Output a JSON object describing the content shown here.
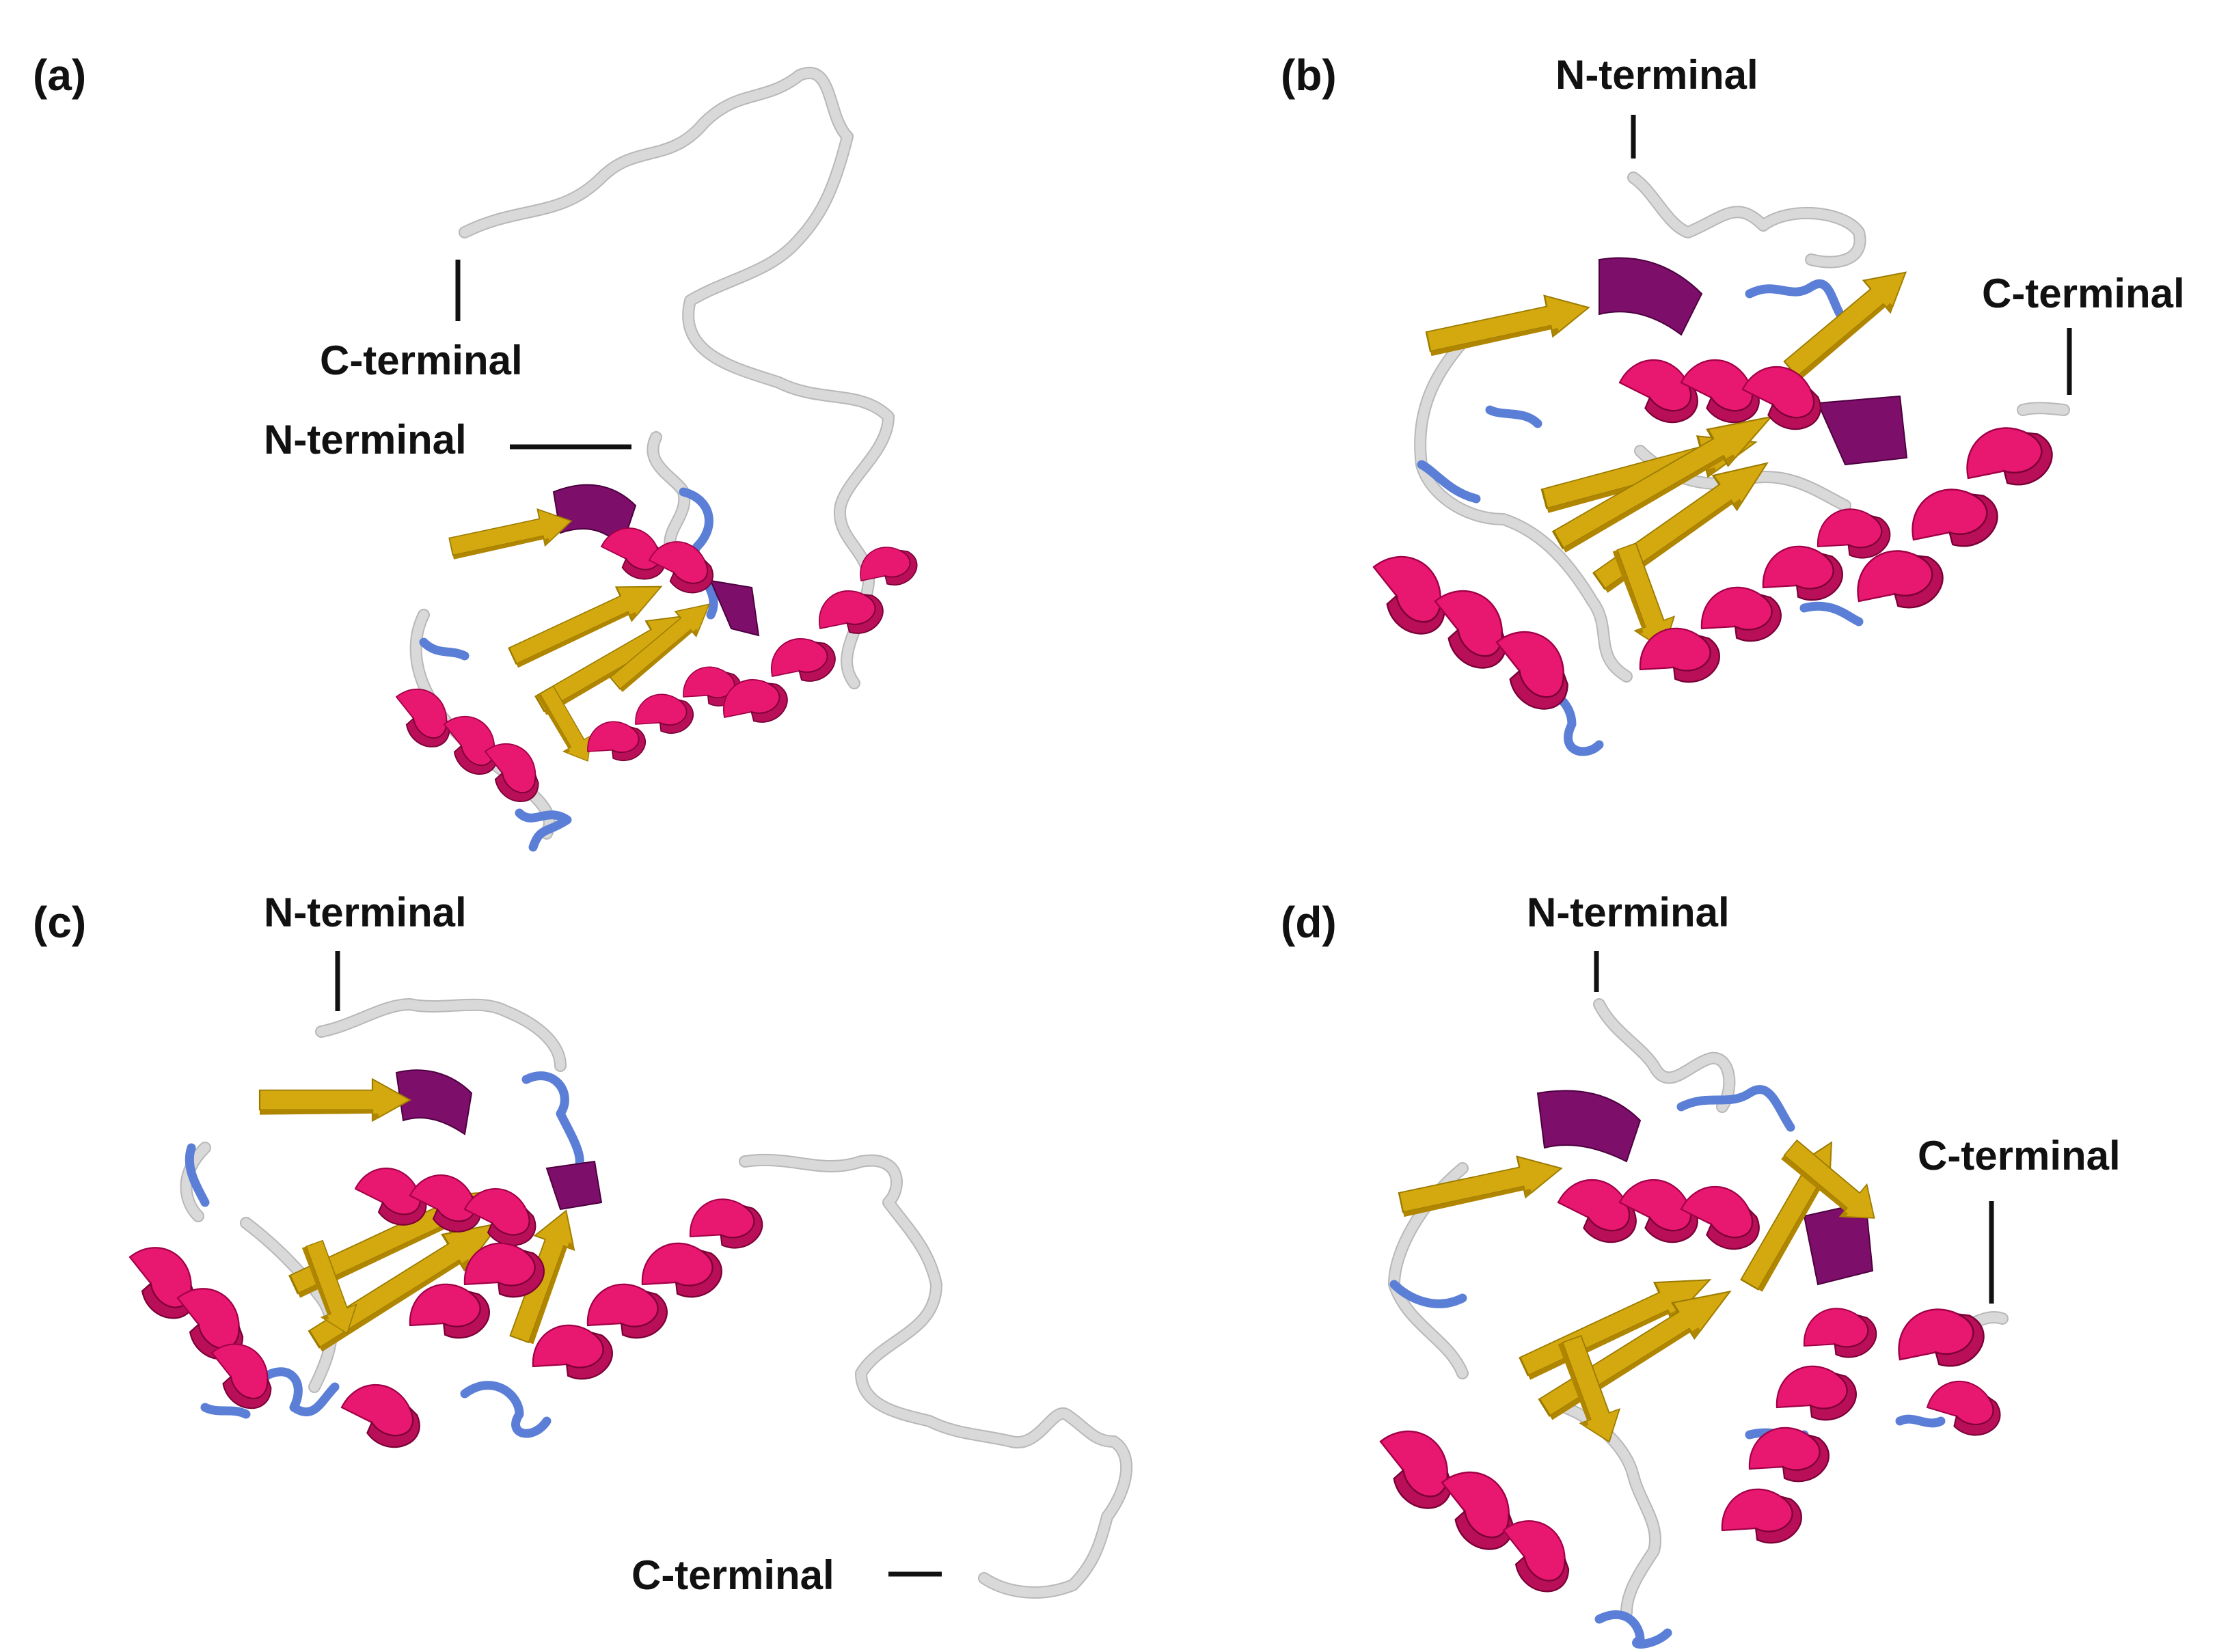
{
  "panels": [
    {
      "id": "a",
      "label": "(a)",
      "n_terminal": "N-terminal",
      "c_terminal": "C-terminal"
    },
    {
      "id": "b",
      "label": "(b)",
      "n_terminal": "N-terminal",
      "c_terminal": "C-terminal"
    },
    {
      "id": "c",
      "label": "(c)",
      "n_terminal": "N-terminal",
      "c_terminal": "C-terminal"
    },
    {
      "id": "d",
      "label": "(d)",
      "n_terminal": "N-terminal",
      "c_terminal": "C-terminal"
    }
  ],
  "colors": {
    "helix": "#e8176f",
    "helix_shade": "#b80f58",
    "strand": "#d4a80f",
    "strand_shade": "#b08600",
    "helix_3_10": "#7d0f6a",
    "turn": "#5b7fd6",
    "coil": "#d9d9d9",
    "label": "#111111"
  },
  "icons": {
    "structure": "protein-ribbon-model"
  }
}
